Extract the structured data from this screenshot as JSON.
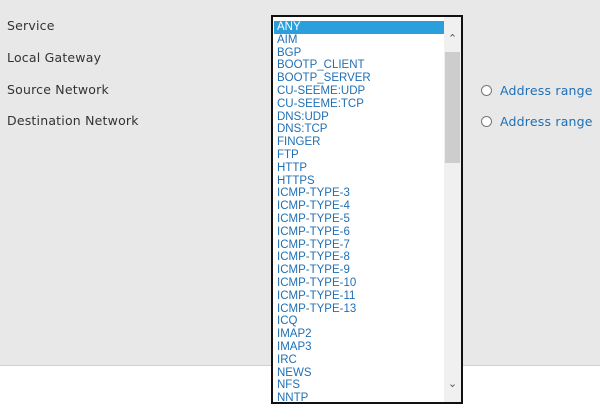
{
  "form": {
    "labels": [
      "Service",
      "Local Gateway",
      "Source Network",
      "Destination Network"
    ],
    "source_option": "Address range",
    "destination_option": "Address range"
  },
  "service_list": {
    "selected": "ANY",
    "options": [
      "ANY",
      "AIM",
      "BGP",
      "BOOTP_CLIENT",
      "BOOTP_SERVER",
      "CU-SEEME:UDP",
      "CU-SEEME:TCP",
      "DNS:UDP",
      "DNS:TCP",
      "FINGER",
      "FTP",
      "HTTP",
      "HTTPS",
      "ICMP-TYPE-3",
      "ICMP-TYPE-4",
      "ICMP-TYPE-5",
      "ICMP-TYPE-6",
      "ICMP-TYPE-7",
      "ICMP-TYPE-8",
      "ICMP-TYPE-9",
      "ICMP-TYPE-10",
      "ICMP-TYPE-11",
      "ICMP-TYPE-13",
      "ICQ",
      "IMAP2",
      "IMAP3",
      "IRC",
      "NEWS",
      "NFS",
      "NNTP"
    ],
    "scroll_position_fraction": 0.0
  },
  "colors": {
    "link": "#1f6fb5",
    "selection": "#2a9fdb",
    "panel": "#e8e8e8"
  }
}
